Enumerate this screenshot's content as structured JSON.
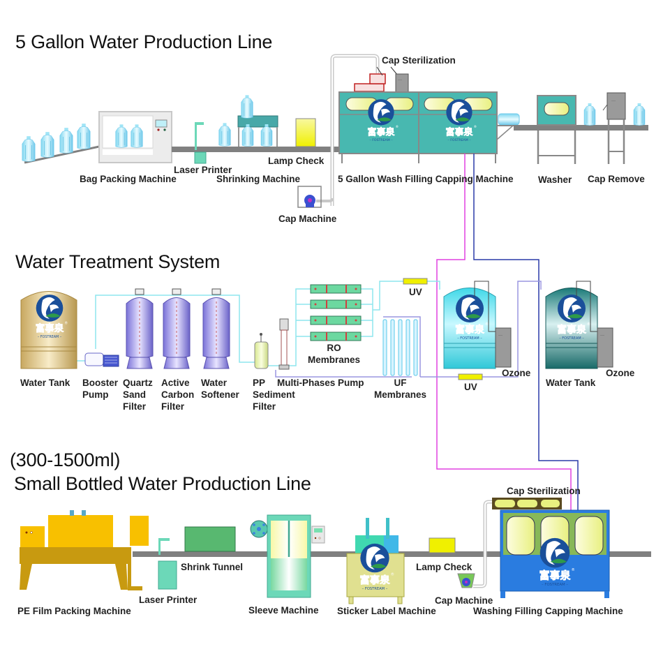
{
  "colors": {
    "pipe_cyan": "#8ee6ee",
    "pipe_magenta": "#e040e0",
    "pipe_blue": "#2a3aa8",
    "pipe_lavender": "#9a96e0",
    "conveyor": "#808080",
    "teal_machine": "#48b8b0",
    "brand_blue": "#1a4f9a",
    "brand_green": "#2e9a4a",
    "lamp_yellow": "#f0f000",
    "pe_film_gold": "#c89a10",
    "pe_film_yellow": "#f8c000",
    "wfc_blue": "#2a7ce0",
    "wfc_green": "#88b858"
  },
  "brand": {
    "name_cn": "富事泉",
    "name_en": "FOSTREAM",
    "registered": "®"
  },
  "sections": {
    "gallon_line": {
      "title": "5 Gallon Water Production Line",
      "labels": {
        "bag_packing": "Bag Packing Machine",
        "laser_printer": "Laser Printer",
        "shrinking": "Shrinking Machine",
        "lamp_check": "Lamp Check",
        "cap_sterilization": "Cap Sterilization",
        "wash_filling_capping": "5 Gallon Wash Filling Capping Machine",
        "washer": "Washer",
        "cap_remove": "Cap Remove",
        "cap_machine": "Cap Machine"
      }
    },
    "treatment": {
      "title": "Water Treatment System",
      "labels": {
        "water_tank_1": "Water Tank",
        "booster_pump": "Booster\nPump",
        "quartz_sand": "Quartz\nSand\nFilter",
        "active_carbon": "Active\nCarbon\nFilter",
        "water_softener": "Water\nSoftener",
        "pp_sediment": "PP\nSediment\nFilter",
        "multi_phases_pump": "Multi-Phases Pump",
        "ro_membranes": "RO\nMembranes",
        "uf_membranes": "UF\nMembranes",
        "uv_top": "UV",
        "uv_bottom": "UV",
        "ozone_1": "Ozone",
        "ozone_2": "Ozone",
        "water_tank_2": "Water Tank"
      }
    },
    "small_line": {
      "subtitle": "(300-1500ml)",
      "title": "Small Bottled Water Production Line",
      "labels": {
        "pe_film": "PE Film Packing Machine",
        "laser_printer": "Laser Printer",
        "shrink_tunnel": "Shrink Tunnel",
        "sleeve": "Sleeve Machine",
        "sticker_label": "Sticker Label Machine",
        "lamp_check": "Lamp Check",
        "cap_machine": "Cap Machine",
        "cap_sterilization": "Cap Sterilization",
        "washing_filling_capping": "Washing Filling Capping Machine"
      }
    }
  }
}
